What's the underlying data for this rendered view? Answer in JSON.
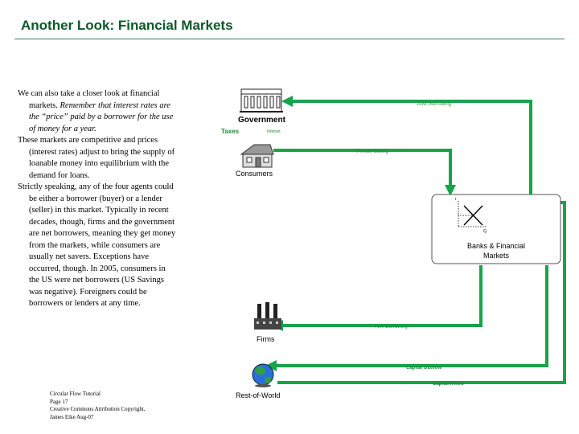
{
  "title": "Another Look: Financial Markets",
  "body": {
    "p1_plain": "We can also take a closer look at financial markets.",
    "p1_italic": "Remember that interest rates are the “price” paid by a borrower for the use of money for a year.",
    "p2": "These markets are competitive and prices (interest rates) adjust to bring the supply of loanable money into equilibrium with the demand for loans.",
    "p3": "Strictly speaking, any of the four agents could be either a borrower (buyer) or a lender (seller) in this market. Typically in recent decades, though, firms and the government are net borrowers, meaning they get money from the markets, while consumers are usually net savers. Exceptions have occurred, though. In 2005, consumers in the US were net borrowers (US Savings was negative). Foreigners could be borrowers or lenders at any time."
  },
  "footer": {
    "line1": "Circular Flow Tutorial",
    "line2": "Page 17",
    "line3": "Creative Commons Attribution Copyright,",
    "line4": "James Eike Aug-07"
  },
  "diagram": {
    "government": "Government",
    "consumers": "Consumers",
    "banks_line1": "Banks & Financial",
    "banks_line2": "Markets",
    "firms": "Firms",
    "rest_of_world": "Rest-of-World",
    "taxes": "Taxes",
    "interest": "Interest",
    "govt_borrowing": "Govt. Borrowing",
    "private_saving": "Private Saving",
    "firm_borrowing": "Firm Borrowing",
    "capital_outflow": "Capital Outflow",
    "capital_inflow": "Capital Inflow",
    "mini_y": "r",
    "mini_x": "Q",
    "colors": {
      "flow": "#17a34a",
      "title": "#0b5a2a",
      "text_green": "#1f8a3a"
    }
  }
}
